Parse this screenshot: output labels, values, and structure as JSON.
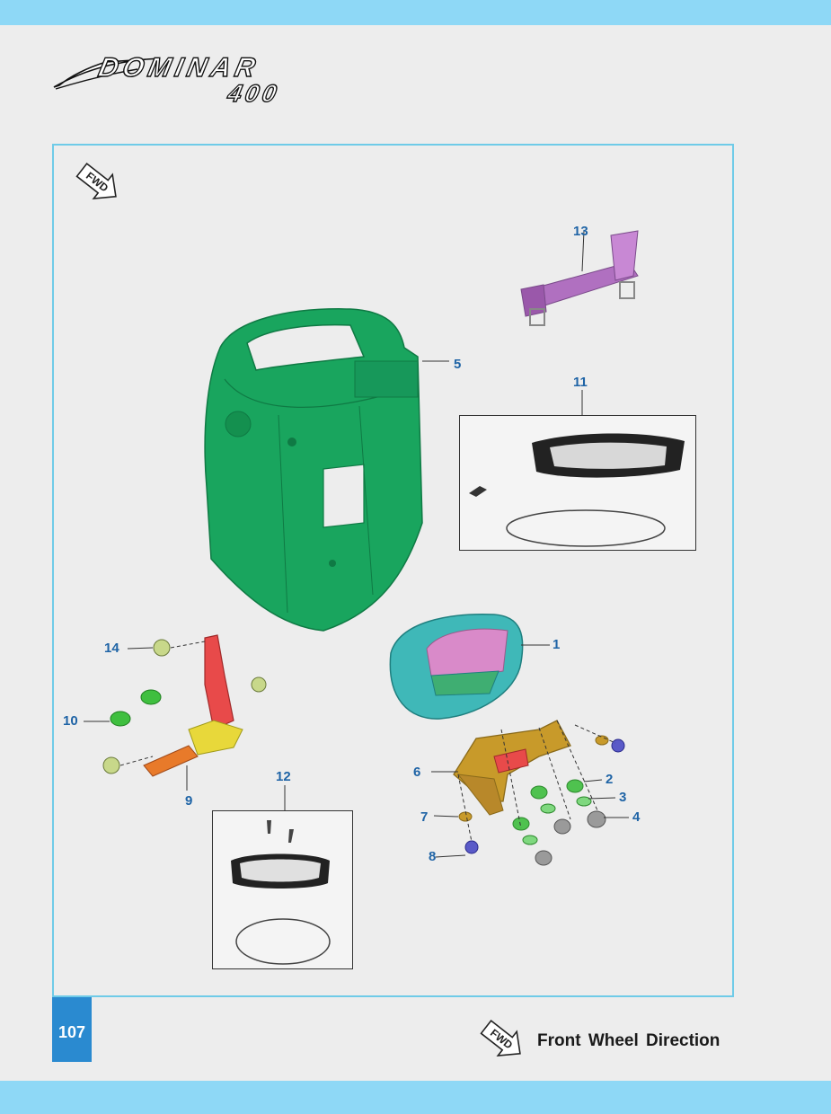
{
  "brand": {
    "line1": "DOMINAR",
    "line2": "400"
  },
  "fwd_icon": {
    "label": "FWD"
  },
  "callouts": {
    "c1": "1",
    "c2": "2",
    "c3": "3",
    "c4": "4",
    "c5": "5",
    "c6": "6",
    "c7": "7",
    "c8": "8",
    "c9": "9",
    "c10": "10",
    "c11": "11",
    "c12": "12",
    "c13": "13",
    "c14": "14"
  },
  "footer": {
    "page_number": "107",
    "legend": "Front Wheel Direction"
  },
  "colors": {
    "band": "#8ed8f6",
    "frame_border": "#6fcbe8",
    "callout_text": "#1f64a6",
    "page_badge": "#2a8ad0",
    "housing_green": "#19a55e",
    "meter_teal": "#3fb8b8",
    "meter_pink": "#d98ac9",
    "bracket_gold": "#c89a2a",
    "bracket_red": "#e84a4a",
    "stay_yellow": "#e8d83a",
    "stay_orange": "#e87a2a",
    "handle_purple": "#b070c0",
    "grommet_green": "#4fc24f"
  }
}
